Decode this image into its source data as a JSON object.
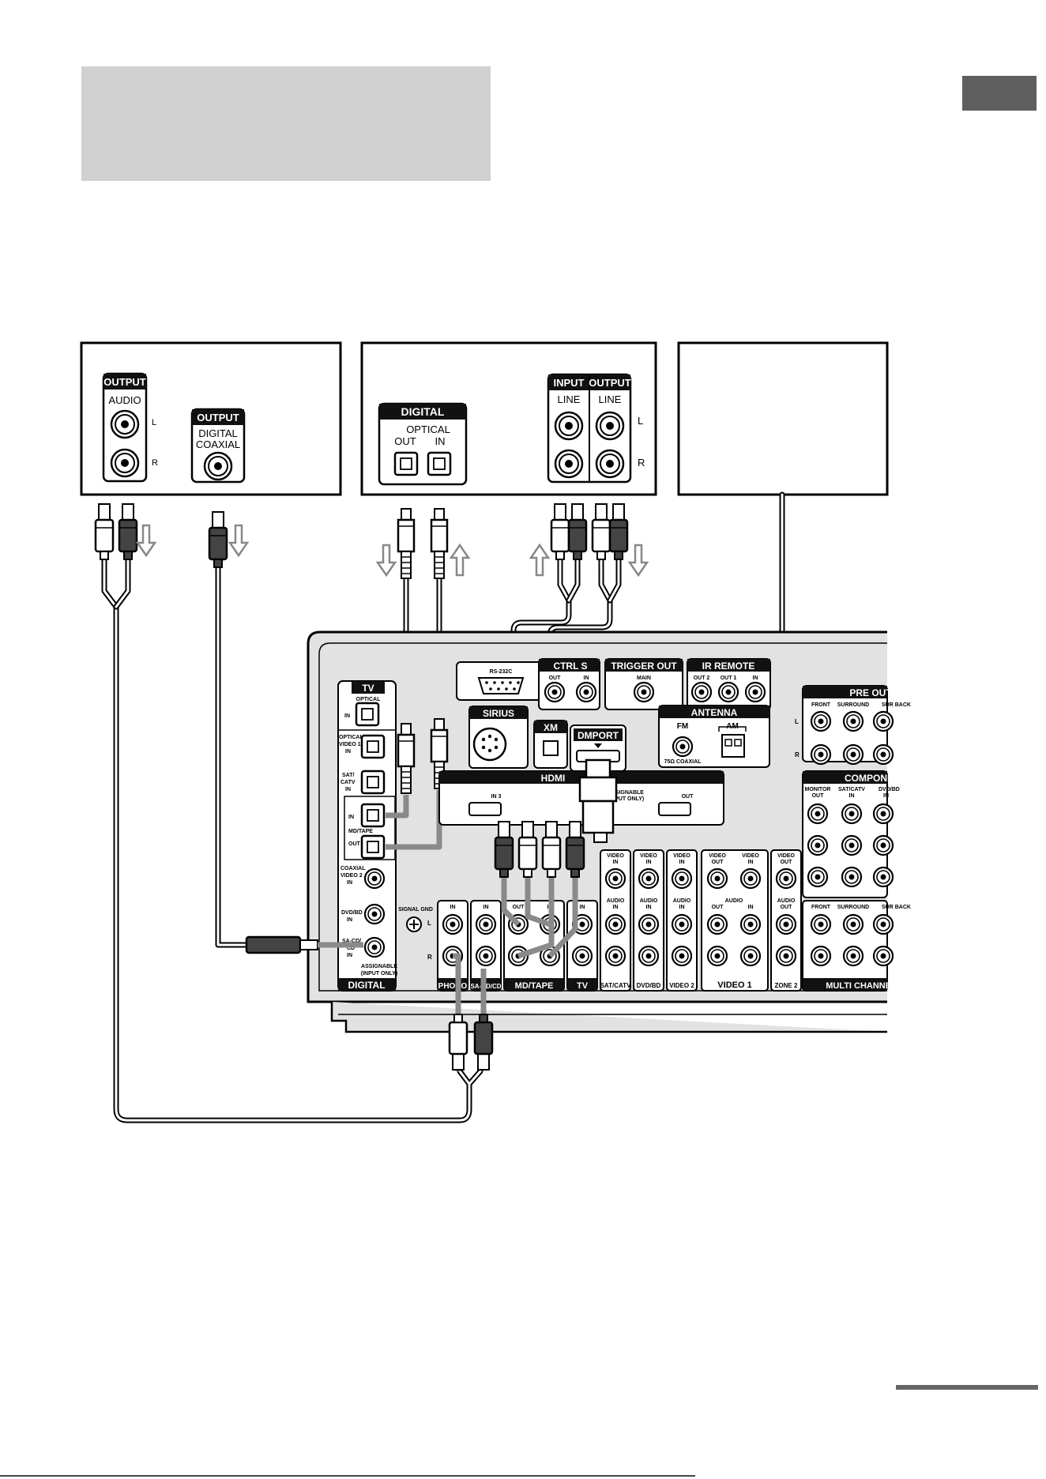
{
  "colors": {
    "panel": "#e2e2e2",
    "cable_gray": "#8a8a8a",
    "title_box": "#d0d0d0",
    "label_bg": "#111111"
  },
  "device_left": {
    "output_label": "OUTPUT",
    "audio_label": "AUDIO",
    "l": "L",
    "r": "R",
    "output2_label": "OUTPUT",
    "digital_coaxial": [
      "DIGITAL",
      "COAXIAL"
    ]
  },
  "device_mid": {
    "digital_label": "DIGITAL",
    "optical_label": "OPTICAL",
    "out_label": "OUT",
    "in_label": "IN",
    "input_label": "INPUT",
    "output_label": "OUTPUT",
    "line_label": "LINE",
    "l": "L",
    "r": "R"
  },
  "receiver": {
    "tv_label": "TV",
    "optical_small": "OPTICAL",
    "in_small": "IN",
    "digital_inputs": [
      [
        "OPTICAL",
        "VIDEO 1",
        "IN"
      ],
      [
        "SAT/",
        "CATV",
        "IN"
      ]
    ],
    "md_in": "IN",
    "md_label": "MD/TAPE",
    "md_out": "OUT",
    "coax_inputs": [
      [
        "COAXIAL",
        "VIDEO 2",
        "IN"
      ],
      [
        "DVD/BD",
        "IN"
      ],
      [
        "SA-CD/",
        "CD",
        "IN"
      ]
    ],
    "assignable": [
      "ASSIGNABLE",
      "(INPUT ONLY)"
    ],
    "digital_label": "DIGITAL",
    "rs232c": "RS-232C",
    "sirius": "SIRIUS",
    "xm": "XM",
    "ctrl_s": "CTRL S",
    "trigger_out": "TRIGGER OUT",
    "main_small": "MAIN",
    "ir_remote": "IR REMOTE",
    "ir_jacks": [
      "OUT 2",
      "OUT 1",
      "IN"
    ],
    "out_small": "OUT",
    "antenna": "ANTENNA",
    "fm": "FM",
    "am": "AM",
    "coax75": "75Ω COAXIAL",
    "dmport": "DMPORT",
    "hdmi": "HDMI",
    "hdmi_in3": "IN 3",
    "hdmi_assignable": [
      "ASSIGNABLE",
      "(INPUT ONLY)"
    ],
    "hdmi_out": "OUT",
    "signal_gnd": "SIGNAL GND",
    "bottom_labels": [
      "PHONO",
      "SA-CD/CD",
      "MD/TAPE",
      "TV",
      "SAT/CATV",
      "DVD/BD",
      "VIDEO 2",
      "VIDEO 1",
      "ZONE 2",
      "MULTI CHANNEL"
    ],
    "video_in": [
      "VIDEO",
      "IN"
    ],
    "video_out": [
      "VIDEO",
      "OUT"
    ],
    "audio_in": [
      "AUDIO",
      "IN"
    ],
    "audio_out": [
      "AUDIO",
      "OUT"
    ],
    "audio_word": "AUDIO",
    "pre_out": "PRE OUT",
    "component": "COMPONENT",
    "pre_cols": [
      "FRONT",
      "SURROUND",
      "SUR BACK"
    ],
    "comp_cols": [
      [
        "MONITOR",
        "OUT"
      ],
      [
        "SAT/CATV",
        "IN"
      ],
      [
        "DVD/BD",
        "IN"
      ]
    ]
  }
}
